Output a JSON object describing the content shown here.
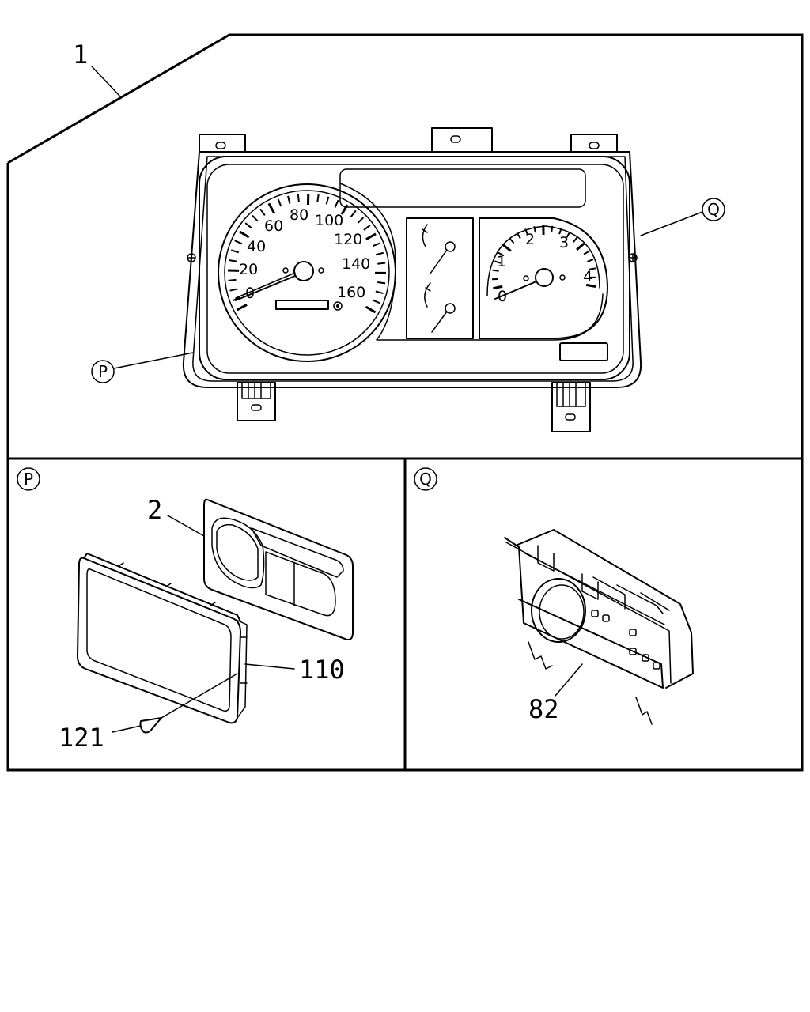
{
  "callouts": {
    "assembly": "1",
    "lens": "2",
    "bezel": "110",
    "screw": "121",
    "case": "82"
  },
  "detail_refs": {
    "p": "P",
    "q": "Q"
  },
  "speedometer": {
    "ticks": [
      "0",
      "20",
      "40",
      "60",
      "80",
      "100",
      "120",
      "140",
      "160"
    ]
  },
  "tachometer": {
    "ticks": [
      "0",
      "1",
      "2",
      "3",
      "4"
    ]
  }
}
